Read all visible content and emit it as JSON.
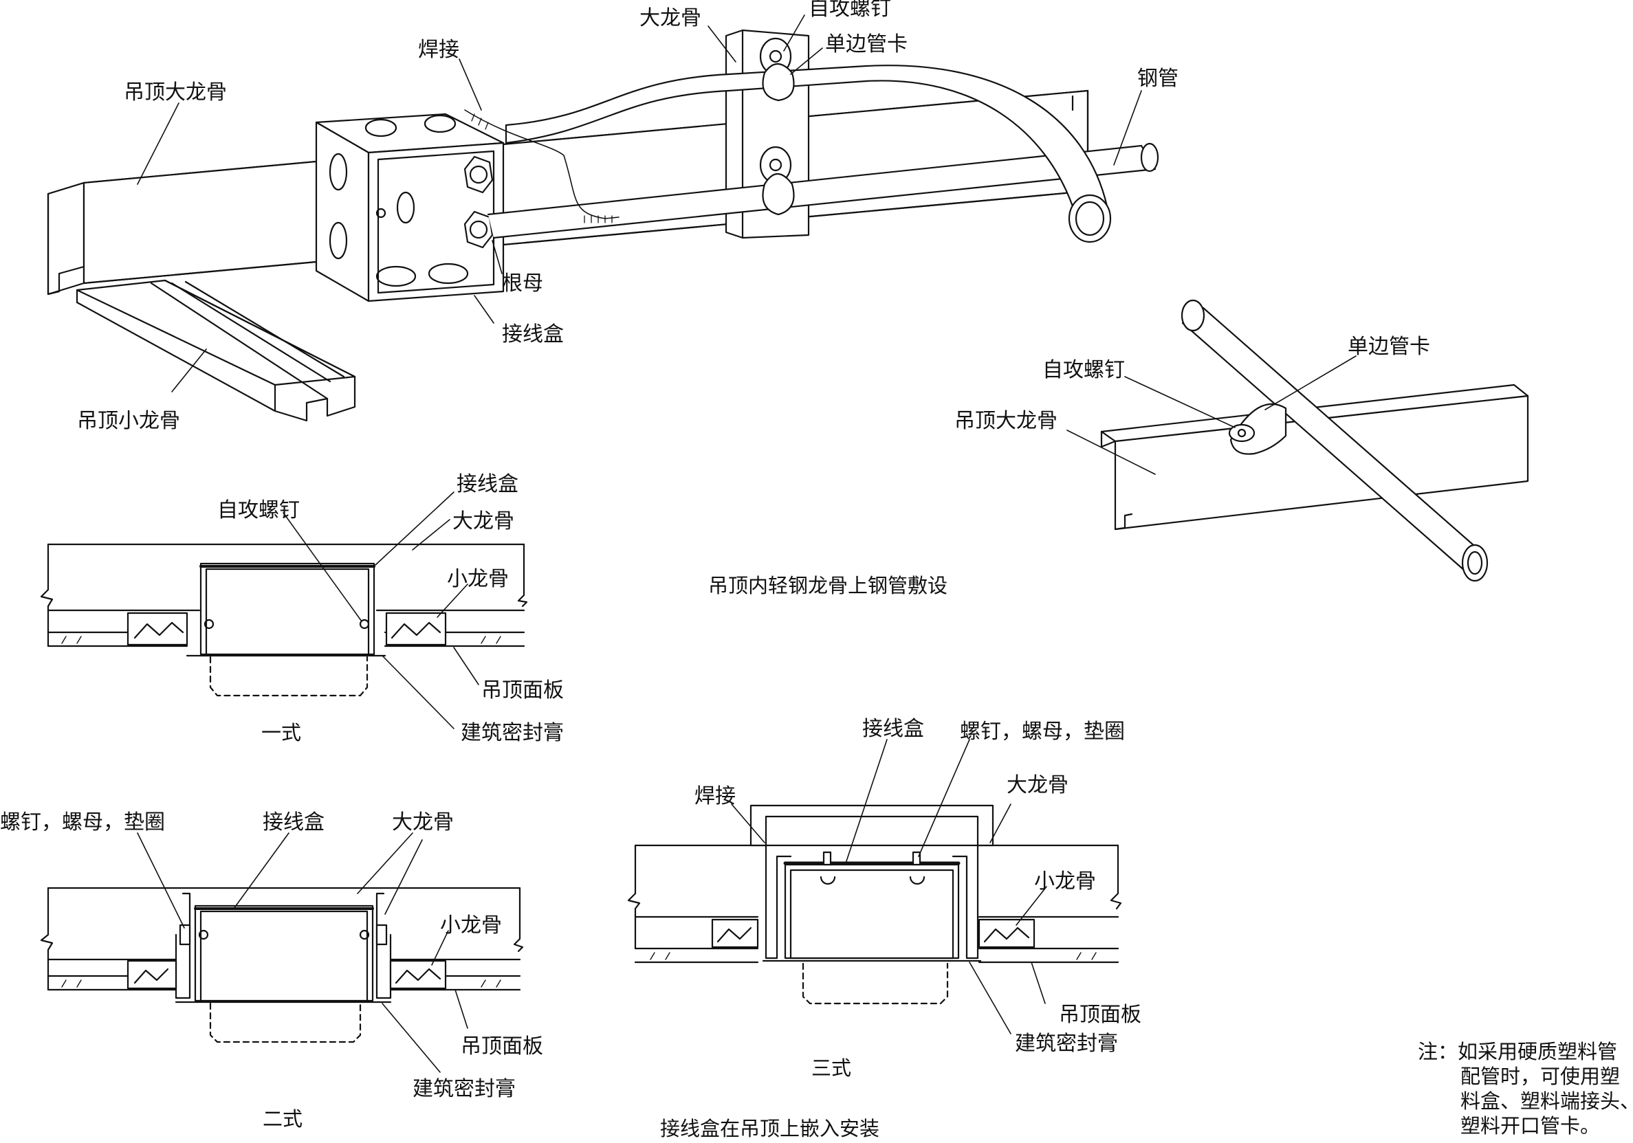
{
  "top_labels": {
    "ceiling_main_joist": "吊顶大龙骨",
    "weld": "焊接",
    "main_joist": "大龙骨",
    "self_tapping_screw": "自攻螺钉",
    "single_side_clip": "单边管卡",
    "steel_pipe": "钢管",
    "lock_nut": "根母",
    "junction_box": "接线盒",
    "ceiling_sub_joist": "吊顶小龙骨"
  },
  "right_labels": {
    "self_tapping_screw": "自攻螺钉",
    "single_side_clip": "单边管卡",
    "ceiling_main_joist": "吊顶大龙骨"
  },
  "caption_top": "吊顶内轻钢龙骨上钢管敷设",
  "style1": {
    "junction_box": "接线盒",
    "self_tapping_screw": "自攻螺钉",
    "main_joist": "大龙骨",
    "sub_joist": "小龙骨",
    "ceiling_panel": "吊顶面板",
    "sealant": "建筑密封膏",
    "caption": "一式"
  },
  "style2": {
    "bolt_nut_washer": "螺钉，螺母，垫圈",
    "junction_box": "接线盒",
    "main_joist": "大龙骨",
    "sub_joist": "小龙骨",
    "ceiling_panel": "吊顶面板",
    "sealant": "建筑密封膏",
    "caption": "二式"
  },
  "style3": {
    "junction_box": "接线盒",
    "bolt_nut_washer": "螺钉，螺母，垫圈",
    "weld": "焊接",
    "main_joist": "大龙骨",
    "sub_joist": "小龙骨",
    "ceiling_panel": "吊顶面板",
    "sealant": "建筑密封膏",
    "caption": "三式"
  },
  "caption_bottom": "接线盒在吊顶上嵌入安装",
  "note": {
    "lines": [
      "注：如采用硬质塑料管",
      "配管时，可使用塑",
      "料盒、塑料端接头、",
      "塑料开口管卡。"
    ]
  }
}
